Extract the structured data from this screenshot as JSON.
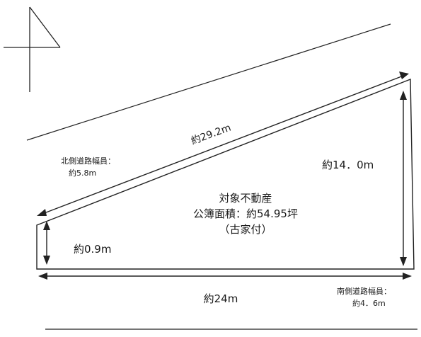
{
  "diagram": {
    "north_arrow": {
      "icon": "north-arrow-icon"
    },
    "dimensions": {
      "north_side_length": "約29.2m",
      "east_side_length": "約14．0m",
      "west_side_length": "約0.9m",
      "south_side_length": "約24m"
    },
    "roads": {
      "north": {
        "label": "北側道路幅員：",
        "width": "約5.8m"
      },
      "south": {
        "label": "南側道路幅員：",
        "width": "約4．6m"
      }
    },
    "property": {
      "title": "対象不動産",
      "area": "公簿面積：約54.95坪",
      "note": "（古家付）"
    }
  }
}
